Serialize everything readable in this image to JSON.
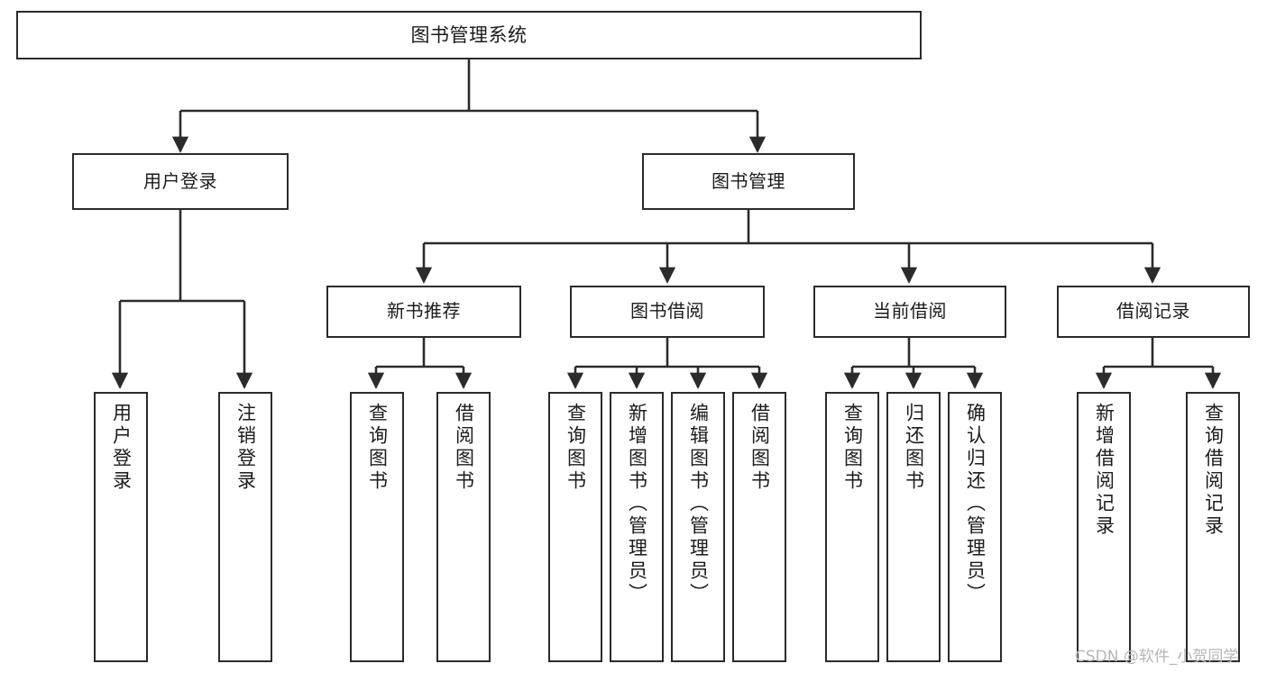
{
  "diagram": {
    "title": "图书管理系统",
    "type": "tree-hierarchy",
    "orientation": "top-down",
    "colors": {
      "stroke": "#2b2b2b",
      "fill": "#ffffff",
      "text": "#1b1b1b",
      "watermark": "#b6b6b6"
    },
    "nodes": {
      "root": {
        "label": "图书管理系统"
      },
      "level2": [
        {
          "id": "user-login",
          "label": "用户登录"
        },
        {
          "id": "book-manage",
          "label": "图书管理"
        }
      ],
      "level3": [
        {
          "id": "new-book-recommend",
          "label": "新书推荐"
        },
        {
          "id": "book-borrow",
          "label": "图书借阅"
        },
        {
          "id": "current-borrow",
          "label": "当前借阅"
        },
        {
          "id": "borrow-record",
          "label": "借阅记录"
        }
      ],
      "leaves": {
        "user-login": [
          {
            "id": "leaf-user-login",
            "label": "用户登录"
          },
          {
            "id": "leaf-logout-login",
            "label": "注销登录"
          }
        ],
        "new-book-recommend": [
          {
            "id": "leaf-query-book-1",
            "label": "查询图书"
          },
          {
            "id": "leaf-borrow-book-1",
            "label": "借阅图书"
          }
        ],
        "book-borrow": [
          {
            "id": "leaf-query-book-2",
            "label": "查询图书"
          },
          {
            "id": "leaf-add-book",
            "label": "新增图书（管理员）"
          },
          {
            "id": "leaf-edit-book",
            "label": "编辑图书（管理员）"
          },
          {
            "id": "leaf-borrow-book-2",
            "label": "借阅图书"
          }
        ],
        "current-borrow": [
          {
            "id": "leaf-query-book-3",
            "label": "查询图书"
          },
          {
            "id": "leaf-return-book",
            "label": "归还图书"
          },
          {
            "id": "leaf-confirm-return",
            "label": "确认归还（管理员）"
          }
        ],
        "borrow-record": [
          {
            "id": "leaf-add-record",
            "label": "新增借阅记录"
          },
          {
            "id": "leaf-query-record",
            "label": "查询借阅记录"
          }
        ]
      }
    }
  },
  "watermark": {
    "text": "CSDN @软件_小贺同学"
  }
}
